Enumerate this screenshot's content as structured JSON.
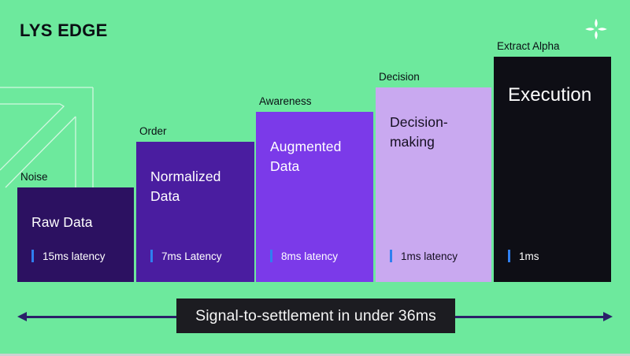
{
  "slide": {
    "logo": "LYS EDGE",
    "background_color": "#6de99d"
  },
  "icons": {
    "sparkle": "four-point-sparkle",
    "left_deco": "outline-arrow-up-right",
    "banner_arrows": "double-headed-horizontal-arrow"
  },
  "stages": [
    {
      "stage_label": "Noise",
      "title": "Raw Data",
      "latency": "15ms latency",
      "color": "#2c1161",
      "text_color": "#ffffff"
    },
    {
      "stage_label": "Order",
      "title": "Normalized Data",
      "latency": "7ms Latency",
      "color": "#4a1da0",
      "text_color": "#ffffff"
    },
    {
      "stage_label": "Awareness",
      "title": "Augmented Data",
      "latency": "8ms latency",
      "color": "#7b3ae9",
      "text_color": "#ffffff"
    },
    {
      "stage_label": "Decision",
      "title": "Decision-making",
      "latency": "1ms latency",
      "color": "#c9a9f0",
      "text_color": "#150f21"
    },
    {
      "stage_label": "Extract Alpha",
      "title": "Execution",
      "latency": "1ms",
      "color": "#0e0e15",
      "text_color": "#ffffff"
    }
  ],
  "banner": {
    "text": "Signal-to-settlement in under 36ms",
    "background": "#1c1c21",
    "arrow_color": "#2b2069"
  },
  "accent": {
    "latency_tick_blue": "#2f7ff0"
  }
}
